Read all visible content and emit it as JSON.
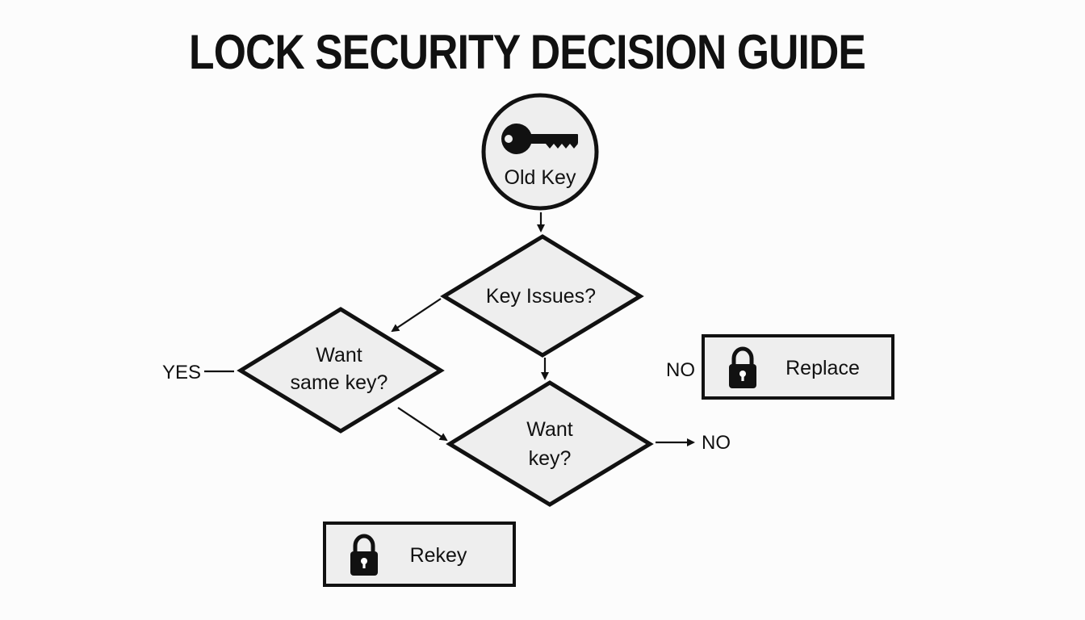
{
  "title": "LOCK SECURITY DECISION GUIDE",
  "nodes": {
    "start": {
      "label": "Old Key",
      "icon": "key-icon"
    },
    "q1": {
      "label": "Key Issues?"
    },
    "q2": {
      "line1": "Want",
      "line2": "same key?"
    },
    "q3": {
      "line1": "Want",
      "line2": "key?"
    },
    "replace": {
      "label": "Replace",
      "icon": "padlock-icon"
    },
    "rekey": {
      "label": "Rekey",
      "icon": "padlock-icon"
    }
  },
  "edge_labels": {
    "yes_left": "YES",
    "no_replace": "NO",
    "no_right": "NO"
  },
  "colors": {
    "ink": "#111111",
    "shape_fill": "#eeeeee",
    "background": "#fcfcfc"
  }
}
